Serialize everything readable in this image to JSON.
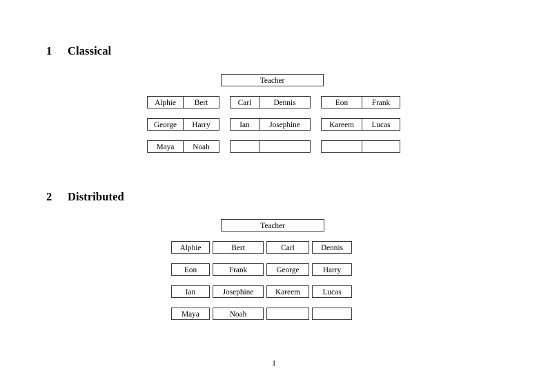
{
  "document": {
    "page_number": "1",
    "sections": [
      {
        "number": "1",
        "title": "Classical",
        "root_label": "Teacher",
        "layout": "paired-cells",
        "groups": [
          {
            "group_index": 1,
            "rows": [
              [
                "Alphie",
                "Bert"
              ],
              [
                "George",
                "Harry"
              ],
              [
                "Maya",
                "Noah"
              ]
            ]
          },
          {
            "group_index": 2,
            "rows": [
              [
                "Carl",
                "Dennis"
              ],
              [
                "Ian",
                "Josephine"
              ],
              [
                "",
                ""
              ]
            ]
          },
          {
            "group_index": 3,
            "rows": [
              [
                "Eon",
                "Frank"
              ],
              [
                "Kareem",
                "Lucas"
              ],
              [
                "",
                ""
              ]
            ]
          }
        ]
      },
      {
        "number": "2",
        "title": "Distributed",
        "root_label": "Teacher",
        "layout": "separate-cells",
        "rows": [
          [
            "Alphie",
            "Bert",
            "Carl",
            "Dennis"
          ],
          [
            "Eon",
            "Frank",
            "George",
            "Harry"
          ],
          [
            "Ian",
            "Josephine",
            "Kareem",
            "Lucas"
          ],
          [
            "Maya",
            "Noah",
            "",
            ""
          ]
        ]
      }
    ]
  },
  "colors": {
    "page_background": "#ffffff",
    "text": "#000000",
    "cell_border": "#3b3b3b"
  }
}
